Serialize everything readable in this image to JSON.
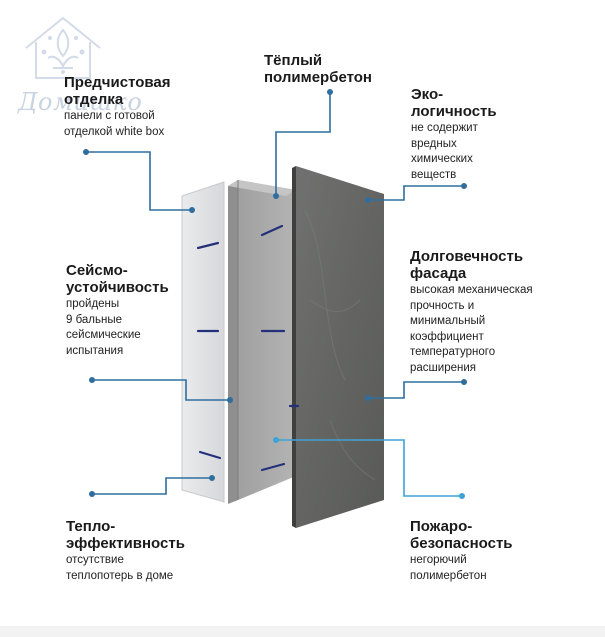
{
  "logo": {
    "text": "Домишко",
    "icon": "house-logo-icon"
  },
  "labels": {
    "finishing": {
      "title_1": "Предчистовая",
      "title_2": "отделка",
      "desc_1": "панели с готовой",
      "desc_2": "отделкой white box"
    },
    "concrete": {
      "title_1": "Тёплый",
      "title_2": "полимербетон"
    },
    "eco": {
      "title_1": "Эко-",
      "title_2": "логичность",
      "desc_1": "не содержит",
      "desc_2": "вредных",
      "desc_3": "химических",
      "desc_4": "веществ"
    },
    "seismic": {
      "title_1": "Сейсмо-",
      "title_2": "устойчивость",
      "desc_1": "пройдены",
      "desc_2": "9 бальные",
      "desc_3": "сейсмические",
      "desc_4": "испытания"
    },
    "durability": {
      "title_1": "Долговечность",
      "title_2": "фасада",
      "desc_1": "высокая механическая",
      "desc_2": "прочность и",
      "desc_3": "минимальный",
      "desc_4": "коэффициент",
      "desc_5": "температурного",
      "desc_6": "расширения"
    },
    "thermal": {
      "title_1": "Тепло-",
      "title_2": "эффективность",
      "desc_1": "отсутствие",
      "desc_2": "теплопотерь в доме"
    },
    "fire": {
      "title_1": "Пожаро-",
      "title_2": "безопасность",
      "desc_1": "негорючий",
      "desc_2": "полимербетон"
    }
  },
  "colors": {
    "callout": "#2f6e9e",
    "callout_bright": "#3fa2d6",
    "facade": "#6b6c69",
    "facade_dark": "#4f504e",
    "concrete": "#a9aaa9",
    "finish": "#e4e6e8",
    "anchor": "#24317a"
  }
}
